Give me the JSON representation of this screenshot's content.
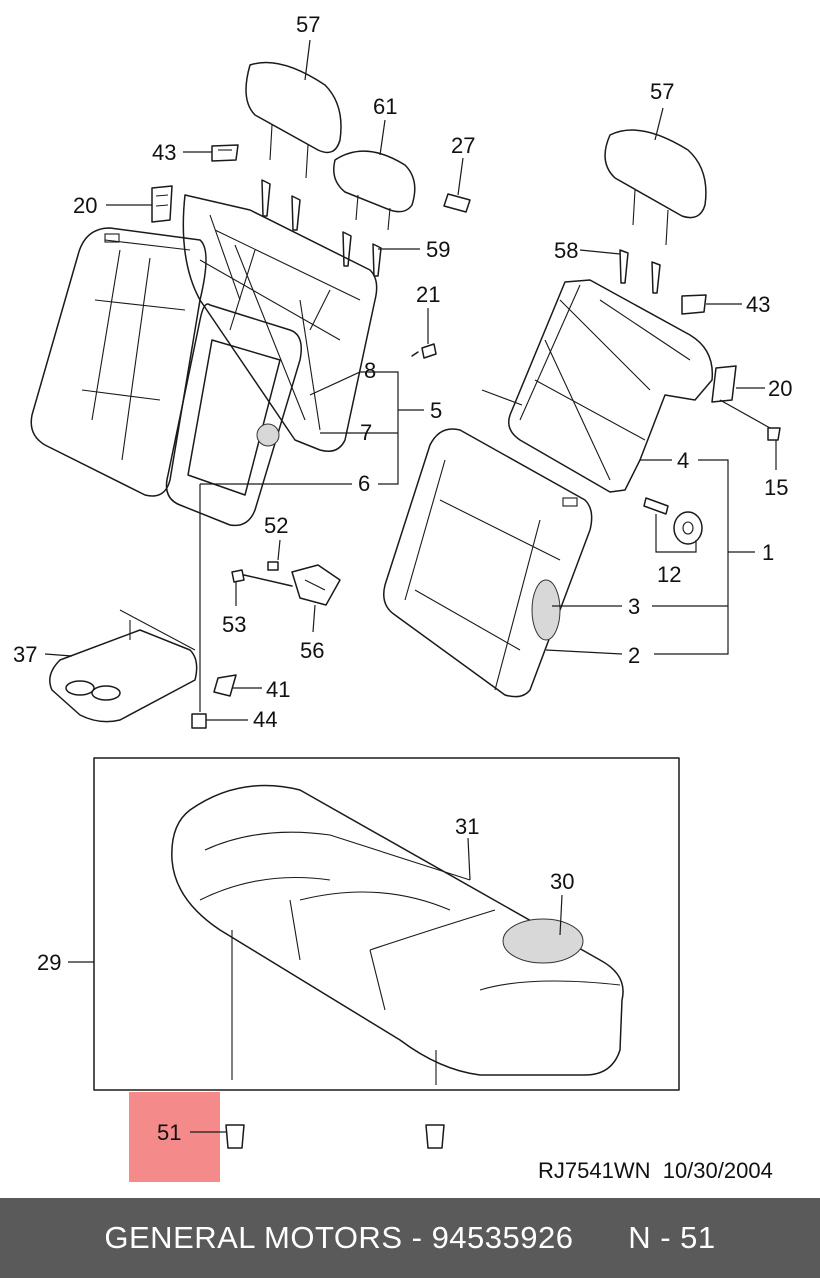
{
  "callouts": {
    "c57a": "57",
    "c61": "61",
    "c27": "27",
    "c43a": "43",
    "c20a": "20",
    "c59": "59",
    "c21": "21",
    "c8": "8",
    "c7": "7",
    "c5": "5",
    "c6": "6",
    "c57b": "57",
    "c58": "58",
    "c43b": "43",
    "c20b": "20",
    "c15": "15",
    "c4": "4",
    "c1": "1",
    "c12": "12",
    "c3": "3",
    "c2": "2",
    "c52": "52",
    "c53": "53",
    "c56": "56",
    "c37": "37",
    "c41": "41",
    "c44": "44",
    "c31": "31",
    "c30": "30",
    "c29": "29",
    "c51": "51"
  },
  "drawing_id": "RJ7541WN  10/30/2004",
  "footer": {
    "brand": "GENERAL MOTORS",
    "sep": " - ",
    "part_number": "94535926",
    "gap": "      ",
    "ref": "N - 51"
  },
  "colors": {
    "highlight": "#f48a8a",
    "footer_bg": "#5a5a5a",
    "footer_text": "#ffffff"
  }
}
